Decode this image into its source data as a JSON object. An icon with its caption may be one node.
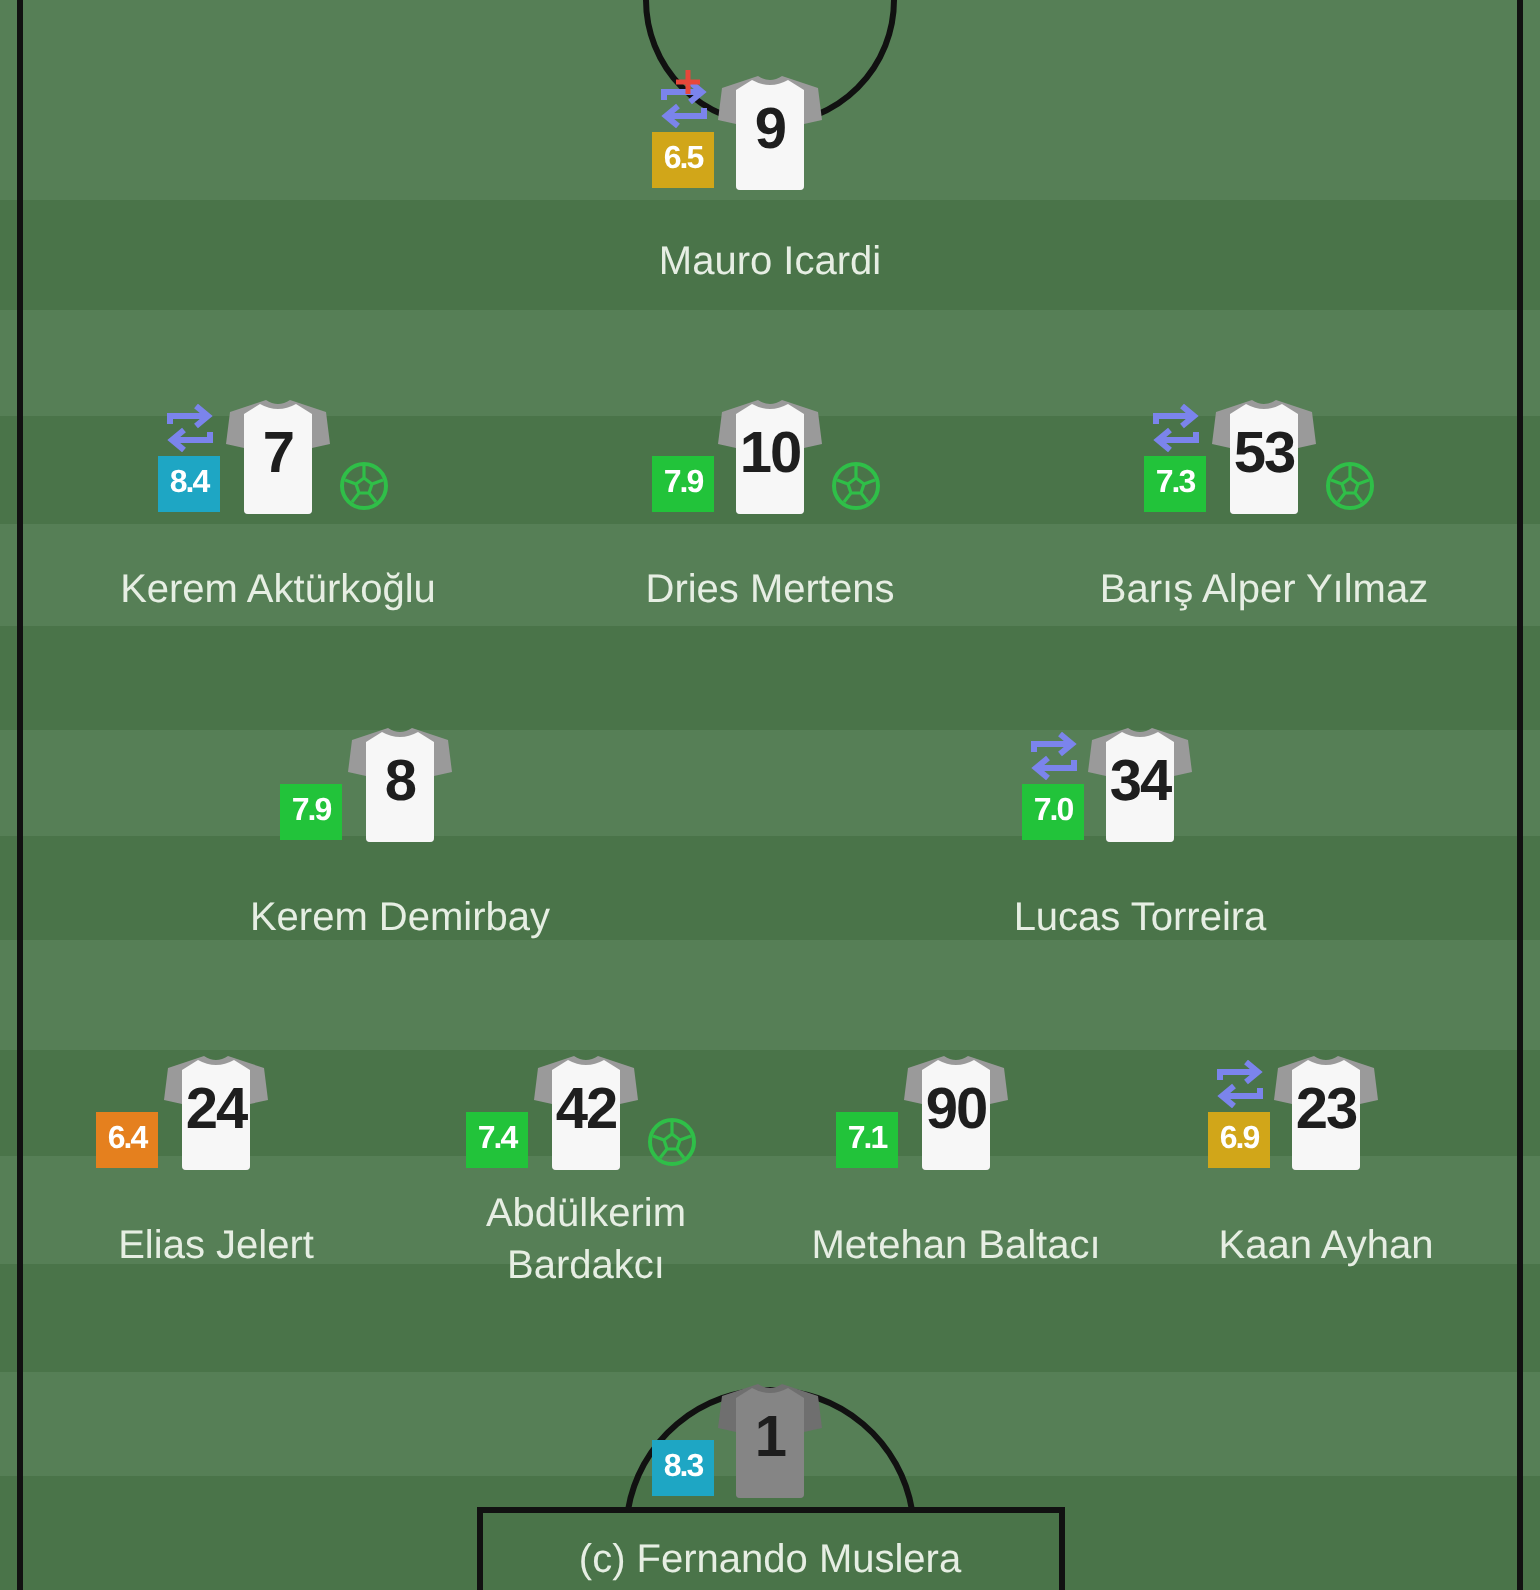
{
  "diagram": {
    "nodes": [
      {
        "text": [
          "9"
        ],
        "beside": [
          "6.5",
          "Mauro Icardi"
        ]
      },
      {
        "text": [
          "7"
        ],
        "beside": [
          "8.4",
          "Kerem Aktürkoğlu"
        ]
      },
      {
        "text": [
          "10"
        ],
        "beside": [
          "7.9",
          "Dries Mertens"
        ]
      },
      {
        "text": [
          "53"
        ],
        "beside": [
          "7.3",
          "Barış Alper Yılmaz"
        ]
      },
      {
        "text": [
          "8"
        ],
        "beside": [
          "7.9",
          "Kerem Demirbay"
        ]
      },
      {
        "text": [
          "34"
        ],
        "beside": [
          "7.0",
          "Lucas Torreira"
        ]
      },
      {
        "text": [
          "24"
        ],
        "beside": [
          "6.4",
          "Elias Jelert"
        ]
      },
      {
        "text": [
          "42"
        ],
        "beside": [
          "7.4",
          "Abdülkerim Bardakcı"
        ]
      },
      {
        "text": [
          "90"
        ],
        "beside": [
          "7.1",
          "Metehan Baltacı"
        ]
      },
      {
        "text": [
          "23"
        ],
        "beside": [
          "6.9",
          "Kaan Ayhan"
        ]
      },
      {
        "text": [
          "1"
        ],
        "beside": [
          "8.3",
          "(c) Fernando Muslera"
        ]
      }
    ]
  }
}
